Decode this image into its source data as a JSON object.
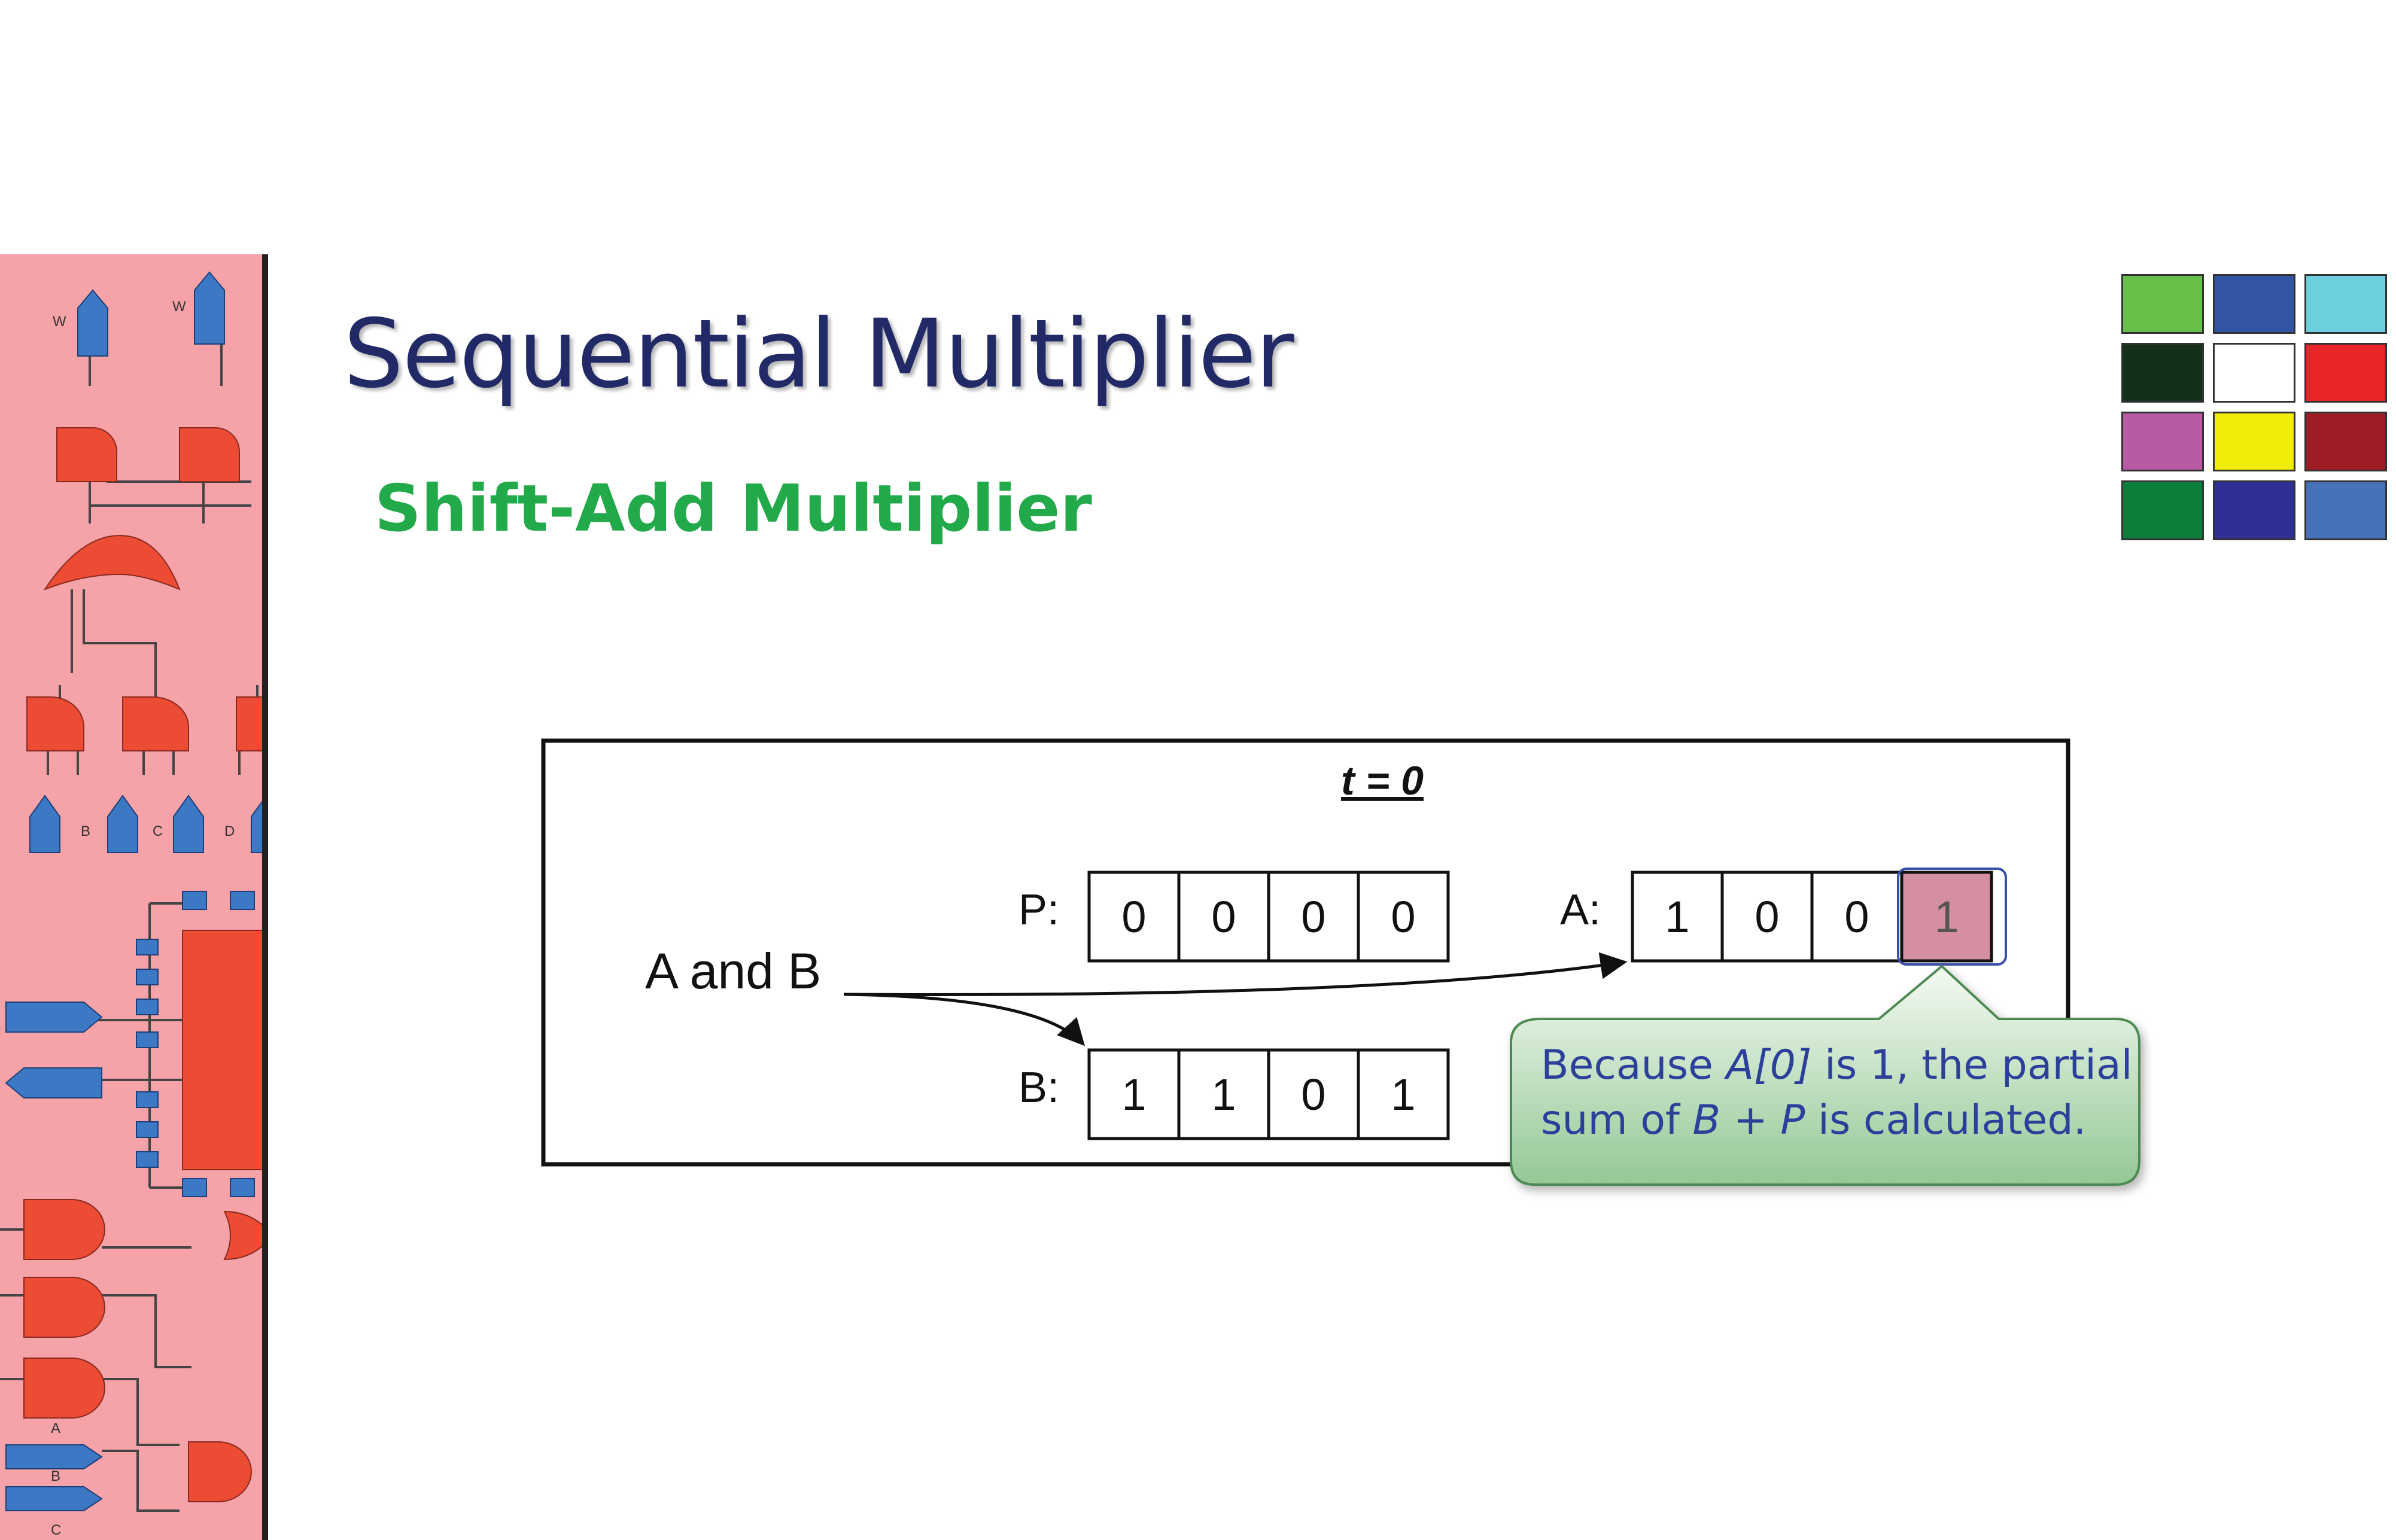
{
  "slide": {
    "title": "Sequential Multiplier",
    "subtitle": "Shift-Add Multiplier"
  },
  "palette": {
    "colors": [
      "#6abf4b",
      "#3255a4",
      "#6ccfde",
      "#15301a",
      "#ffffff",
      "#e8262a",
      "#b85aa6",
      "#f2ec0a",
      "#9e1c24",
      "#0b7e3c",
      "#2e3094",
      "#4772b8"
    ]
  },
  "diagram": {
    "time_label": "t = 0",
    "source_label": "A and B",
    "registers": {
      "P": {
        "label": "P:",
        "bits": [
          "0",
          "0",
          "0",
          "0"
        ]
      },
      "A": {
        "label": "A:",
        "bits": [
          "1",
          "0",
          "0",
          "1"
        ],
        "highlighted_bit": 3
      },
      "B": {
        "label": "B:",
        "bits": [
          "1",
          "1",
          "0",
          "1"
        ]
      }
    },
    "callout": {
      "prefix": "Because ",
      "a0": "A[0]",
      "mid": " is 1, the partial sum of ",
      "b": "B",
      "plus": " + ",
      "p": "P",
      "suffix": " is calculated."
    },
    "colors": {
      "highlight_fill": "#d490a0",
      "highlight_border": "#3850a8",
      "callout_fill_top": "#f4faf2",
      "callout_fill_bottom": "#94c896",
      "callout_border": "#4e8a52"
    }
  },
  "sidebar": {
    "labels": [
      "W",
      "W",
      "B",
      "C",
      "D",
      "A",
      "B",
      "C"
    ],
    "colors": {
      "background": "#f5a2a8",
      "gate": "#ec4b34",
      "pin": "#3d78c4",
      "wire": "#444444"
    }
  }
}
